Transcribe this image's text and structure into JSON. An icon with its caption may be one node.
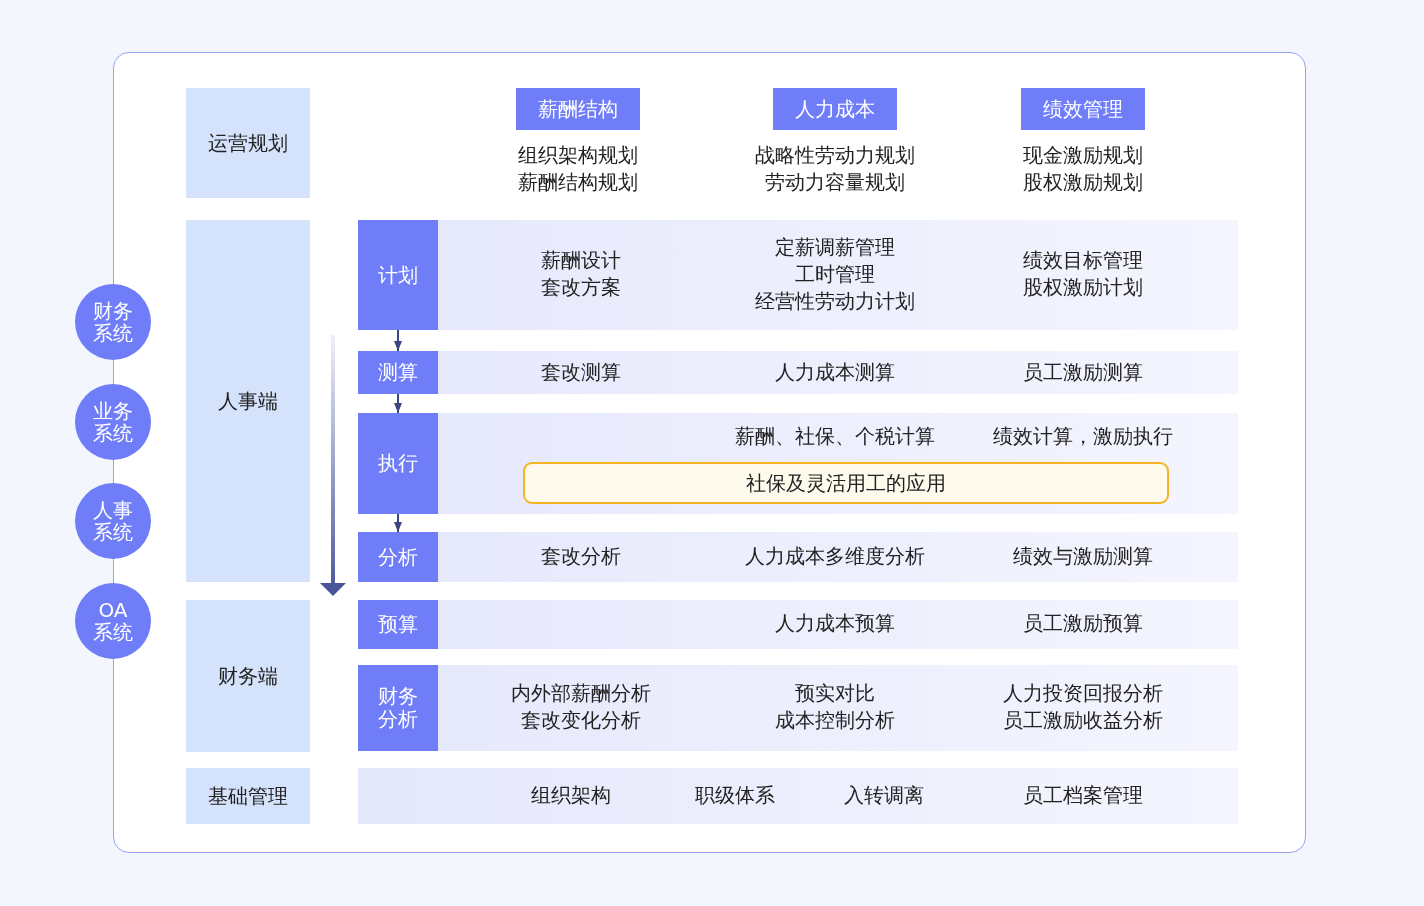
{
  "diagram": {
    "nodes": [
      {
        "text": [
          "财务系统"
        ]
      },
      {
        "text": [
          "业务系统"
        ]
      },
      {
        "text": [
          "人事系统"
        ]
      },
      {
        "text": [
          "OA系统"
        ]
      },
      {
        "text": [
          "运营规划"
        ]
      },
      {
        "text": [
          "薪酬结构"
        ],
        "beside": [
          "组织架构规划薪酬结构规划"
        ]
      },
      {
        "text": [
          "人力成本"
        ],
        "beside": [
          "战略性劳动力规划劳动力容量规划"
        ]
      },
      {
        "text": [
          "绩效管理"
        ],
        "beside": [
          "现金激励规划股权激励规划"
        ]
      },
      {
        "text": [
          "人事端"
        ]
      },
      {
        "text": [
          "薪酬设计套改方案",
          "定薪调薪管理工时管理经营性劳动力计划",
          "绩效目标管理股权激励计划"
        ]
      },
      {
        "text": [
          "计划"
        ],
        "in": 9
      },
      {
        "text": [
          "套改测算",
          "人力成本测算",
          "员工激励测算"
        ]
      },
      {
        "text": [
          "测算"
        ],
        "in": 11
      },
      {
        "text": [
          "薪酬、社保、个税计算",
          "绩效计算，激励执行"
        ]
      },
      {
        "text": [
          "执行"
        ],
        "in": 13
      },
      {
        "text": [
          "社保及灵活用工的应用"
        ],
        "in": 13
      },
      {
        "text": [
          "套改分析",
          "人力成本多维度分析",
          "绩效与激励测算"
        ]
      },
      {
        "text": [
          "分析"
        ],
        "in": 16
      },
      {
        "text": [
          "财务端"
        ]
      },
      {
        "text": [
          "人力成本预算",
          "员工激励预算"
        ]
      },
      {
        "text": [
          "预算"
        ],
        "in": 19
      },
      {
        "text": [
          "内外部薪酬分析套改变化分析",
          "预实对比成本控制分析",
          "人力投资回报分析员工激励收益分析"
        ]
      },
      {
        "text": [
          "财务分析"
        ],
        "in": 21
      },
      {
        "text": [
          "基础管理"
        ]
      },
      {
        "text": [
          "组织架构",
          "职级体系",
          "入转调离",
          "员工档案管理"
        ]
      }
    ],
    "edges": [
      {
        "from": 10,
        "to": 12,
        "arrow": "to"
      },
      {
        "from": 12,
        "to": 14,
        "arrow": "to"
      },
      {
        "from": 14,
        "to": 17,
        "arrow": "to"
      }
    ]
  }
}
